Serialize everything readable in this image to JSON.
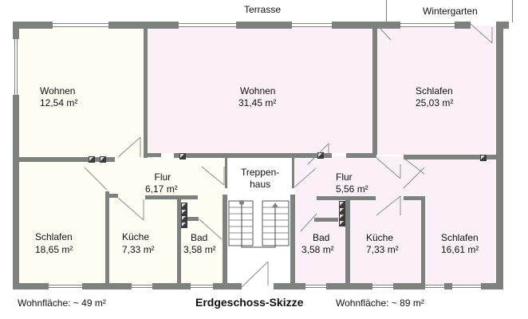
{
  "plan": {
    "title": "Erdgeschoss-Skizze",
    "outside": {
      "terrace": "Terrasse",
      "winter_garden": "Wintergarten"
    },
    "left_unit": {
      "living_area_label": "Wohnfläche: ~ 49 m²",
      "rooms": [
        {
          "name": "Wohnen",
          "area": "12,54 m²"
        },
        {
          "name": "Flur",
          "area": "6,17 m²"
        },
        {
          "name": "Schlafen",
          "area": "18,65 m²"
        },
        {
          "name": "Küche",
          "area": "7,33 m²"
        },
        {
          "name": "Bad",
          "area": "3,58 m²"
        }
      ]
    },
    "stairwell": {
      "name_line1": "Treppen-",
      "name_line2": "haus"
    },
    "right_unit": {
      "living_area_label": "Wohnfläche: ~ 89 m²",
      "rooms": [
        {
          "name": "Wohnen",
          "area": "31,45 m²"
        },
        {
          "name": "Schlafen",
          "area": "25,03 m²"
        },
        {
          "name": "Flur",
          "area": "5,56 m²"
        },
        {
          "name": "Bad",
          "area": "3,58 m²"
        },
        {
          "name": "Küche",
          "area": "7,33 m²"
        },
        {
          "name": "Schlafen",
          "area": "16,61 m²"
        }
      ]
    },
    "colors": {
      "left_unit_fill": "#fffdf3",
      "right_unit_fill": "#fcf0f8",
      "wall": "#7d827f",
      "stairwell_fill": "#ffffff"
    }
  }
}
